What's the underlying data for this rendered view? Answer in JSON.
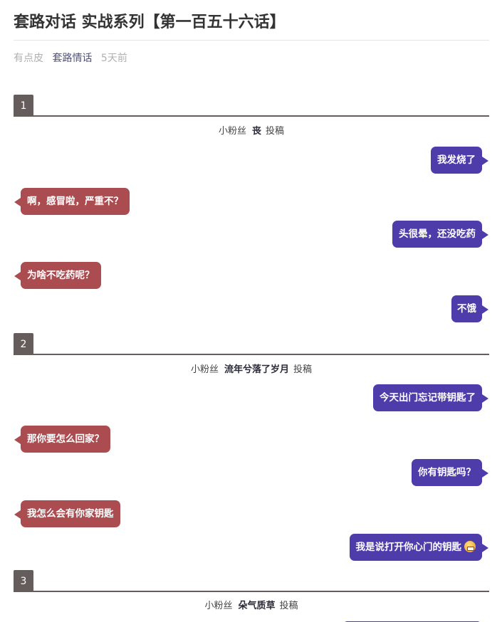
{
  "article": {
    "title": "套路对话 实战系列【第一百五十六话】",
    "author": "有点皮",
    "category": "套路情话",
    "time": "5天前"
  },
  "colors": {
    "left_bubble": "#ab4c50",
    "right_bubble": "#4f3cab",
    "section_badge": "#655c5c",
    "category_link": "#4f5175"
  },
  "sections": [
    {
      "number": "1",
      "credit_prefix": "小粉丝",
      "credit_name": "丧",
      "credit_suffix": "投稿",
      "messages": [
        {
          "side": "right",
          "text": "我发烧了"
        },
        {
          "side": "left",
          "text": "啊，感冒啦，严重不？"
        },
        {
          "side": "right",
          "text": "头很晕，还没吃药"
        },
        {
          "side": "left",
          "text": "为啥不吃药呢？"
        },
        {
          "side": "right",
          "text": "不饿"
        }
      ]
    },
    {
      "number": "2",
      "credit_prefix": "小粉丝",
      "credit_name": "流年兮落了岁月",
      "credit_suffix": "投稿",
      "messages": [
        {
          "side": "right",
          "text": "今天出门忘记带钥匙了"
        },
        {
          "side": "left",
          "text": "那你要怎么回家？"
        },
        {
          "side": "right",
          "text": "你有钥匙吗？"
        },
        {
          "side": "left",
          "text": "我怎么会有你家钥匙"
        },
        {
          "side": "right",
          "text": "我是说打开你心门的钥匙",
          "emoji": "grinning-face-emoji"
        }
      ]
    },
    {
      "number": "3",
      "credit_prefix": "小粉丝",
      "credit_name": "朵气质草",
      "credit_suffix": "投稿",
      "messages": [
        {
          "side": "right",
          "text": ""
        }
      ]
    }
  ]
}
